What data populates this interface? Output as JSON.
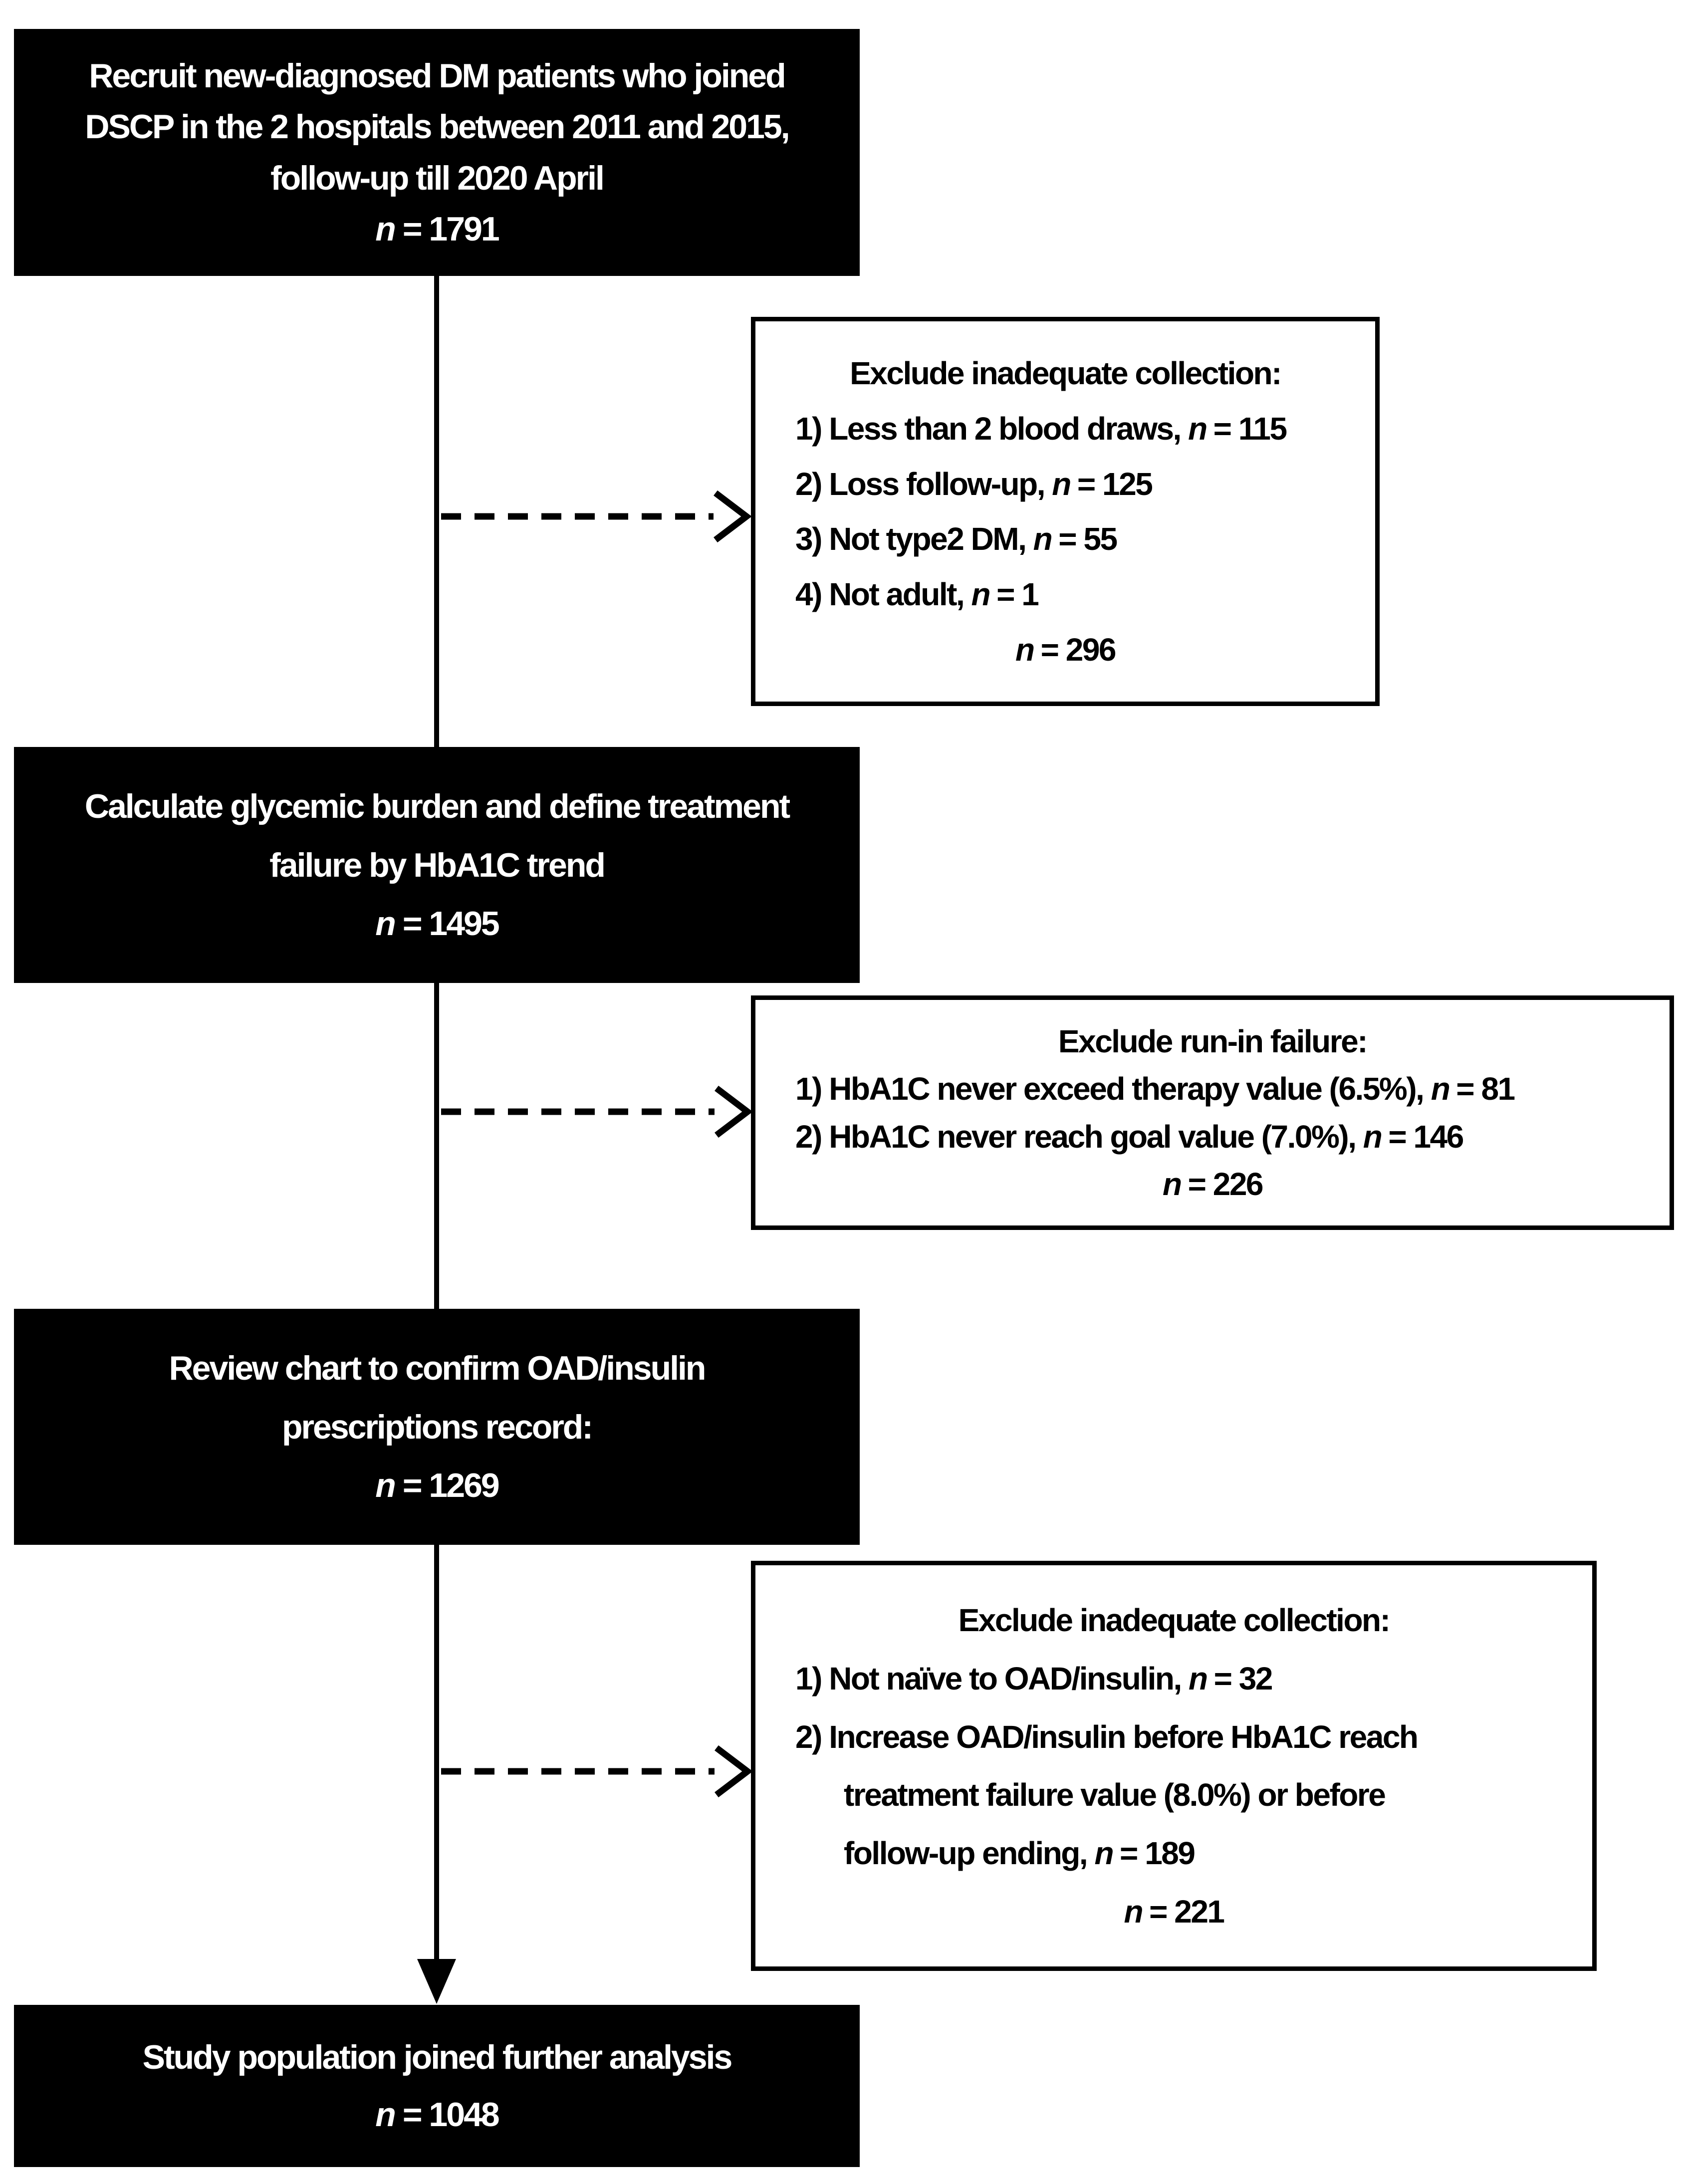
{
  "diagram": {
    "main_boxes": [
      {
        "lines": [
          "Recruit new-diagnosed DM patients who joined",
          "DSCP in the 2 hospitals between 2011 and 2015,",
          "follow-up till 2020 April"
        ],
        "n_label": "n",
        "n_value": "= 1791"
      },
      {
        "lines": [
          "Calculate glycemic burden and define treatment",
          "failure by HbA1C trend"
        ],
        "n_label": "n",
        "n_value": "= 1495"
      },
      {
        "lines": [
          "Review chart to confirm OAD/insulin",
          "prescriptions record:"
        ],
        "n_label": "n",
        "n_value": "= 1269"
      },
      {
        "lines": [
          "Study population joined further analysis"
        ],
        "n_label": "n",
        "n_value": "= 1048"
      }
    ],
    "exclusion_boxes": [
      {
        "title": "Exclude inadequate collection:",
        "items": [
          {
            "text": "1) Less than 2 blood draws, ",
            "n_label": "n",
            "n_value": "= 115"
          },
          {
            "text": "2) Loss follow-up, ",
            "n_label": "n",
            "n_value": "= 125"
          },
          {
            "text": "3) Not type2 DM, ",
            "n_label": "n",
            "n_value": "= 55"
          },
          {
            "text": "4) Not adult, ",
            "n_label": "n",
            "n_value": "= 1"
          }
        ],
        "total_n_label": "n",
        "total_n_value": "= 296"
      },
      {
        "title": "Exclude run-in failure:",
        "items": [
          {
            "text": "1) HbA1C never exceed therapy value (6.5%), ",
            "n_label": "n",
            "n_value": "= 81"
          },
          {
            "text": "2) HbA1C never reach goal value (7.0%), ",
            "n_label": "n",
            "n_value": "= 146"
          }
        ],
        "total_n_label": "n",
        "total_n_value": "= 226"
      },
      {
        "title": "Exclude inadequate collection:",
        "items": [
          {
            "text": "1) Not naïve to OAD/insulin, ",
            "n_label": "n",
            "n_value": "= 32"
          },
          {
            "line1": "2) Increase OAD/insulin before HbA1C reach",
            "line2": "treatment failure value (8.0%) or before",
            "line3": "follow-up ending, ",
            "n_label": "n",
            "n_value": "= 189"
          }
        ],
        "total_n_label": "n",
        "total_n_value": "= 221"
      }
    ],
    "colors": {
      "process_box_bg": "#000000",
      "process_box_text": "#ffffff",
      "exclusion_box_bg": "#ffffff",
      "exclusion_box_text": "#000000",
      "line_color": "#000000"
    }
  }
}
